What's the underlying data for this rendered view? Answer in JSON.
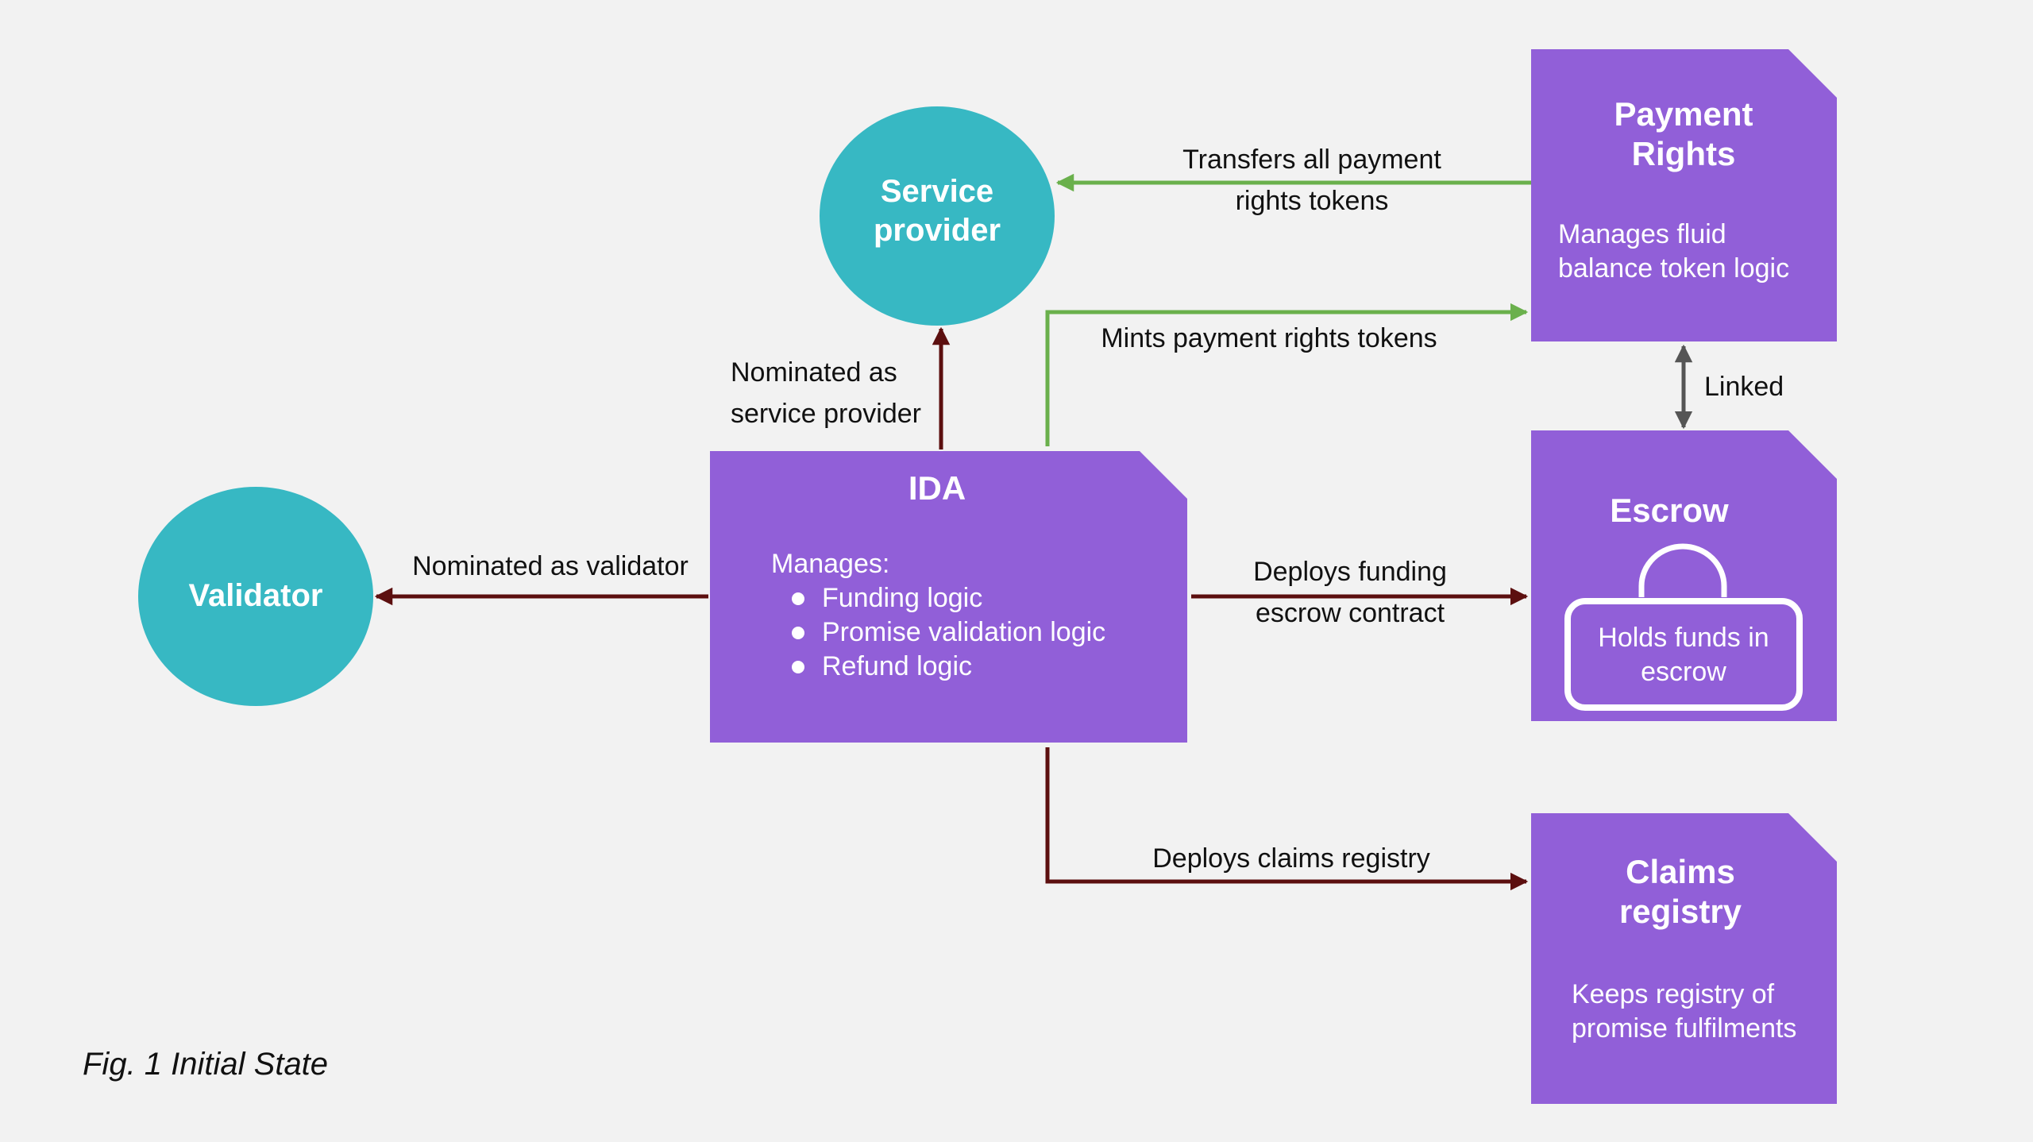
{
  "colors": {
    "background": "#f2f2f2",
    "circle_fill": "#37b8c3",
    "box_fill": "#915fd8",
    "maroon_arrow": "#5c0f0f",
    "green_arrow": "#6ab04c",
    "gray_arrow": "#555555",
    "text": "#111111",
    "on_shape_text": "#ffffff"
  },
  "nodes": {
    "service_provider": {
      "label_lines": [
        "Service",
        "provider"
      ]
    },
    "validator": {
      "label": "Validator"
    },
    "ida": {
      "title": "IDA",
      "manages_label": "Manages:",
      "items": [
        "Funding logic",
        "Promise validation logic",
        "Refund logic"
      ]
    },
    "payment_rights": {
      "title_lines": [
        "Payment",
        "Rights"
      ],
      "desc_lines": [
        "Manages fluid",
        "balance token logic"
      ]
    },
    "escrow": {
      "title": "Escrow",
      "desc_lines": [
        "Holds funds in",
        "escrow"
      ],
      "icon": "padlock-icon"
    },
    "claims_registry": {
      "title_lines": [
        "Claims",
        "registry"
      ],
      "desc_lines": [
        "Keeps registry of",
        "promise fulfilments"
      ]
    }
  },
  "edges": {
    "transfers": {
      "label_lines": [
        "Transfers all payment",
        "rights tokens"
      ]
    },
    "mints": {
      "label": "Mints payment rights tokens"
    },
    "nominated_sp": {
      "label_lines": [
        "Nominated as",
        "service provider"
      ]
    },
    "nominated_validator": {
      "label": "Nominated as validator"
    },
    "deploys_escrow": {
      "label_lines": [
        "Deploys funding",
        "escrow contract"
      ]
    },
    "linked": {
      "label": "Linked"
    },
    "deploys_claims": {
      "label": "Deploys claims registry"
    }
  },
  "caption": "Fig. 1 Initial State"
}
